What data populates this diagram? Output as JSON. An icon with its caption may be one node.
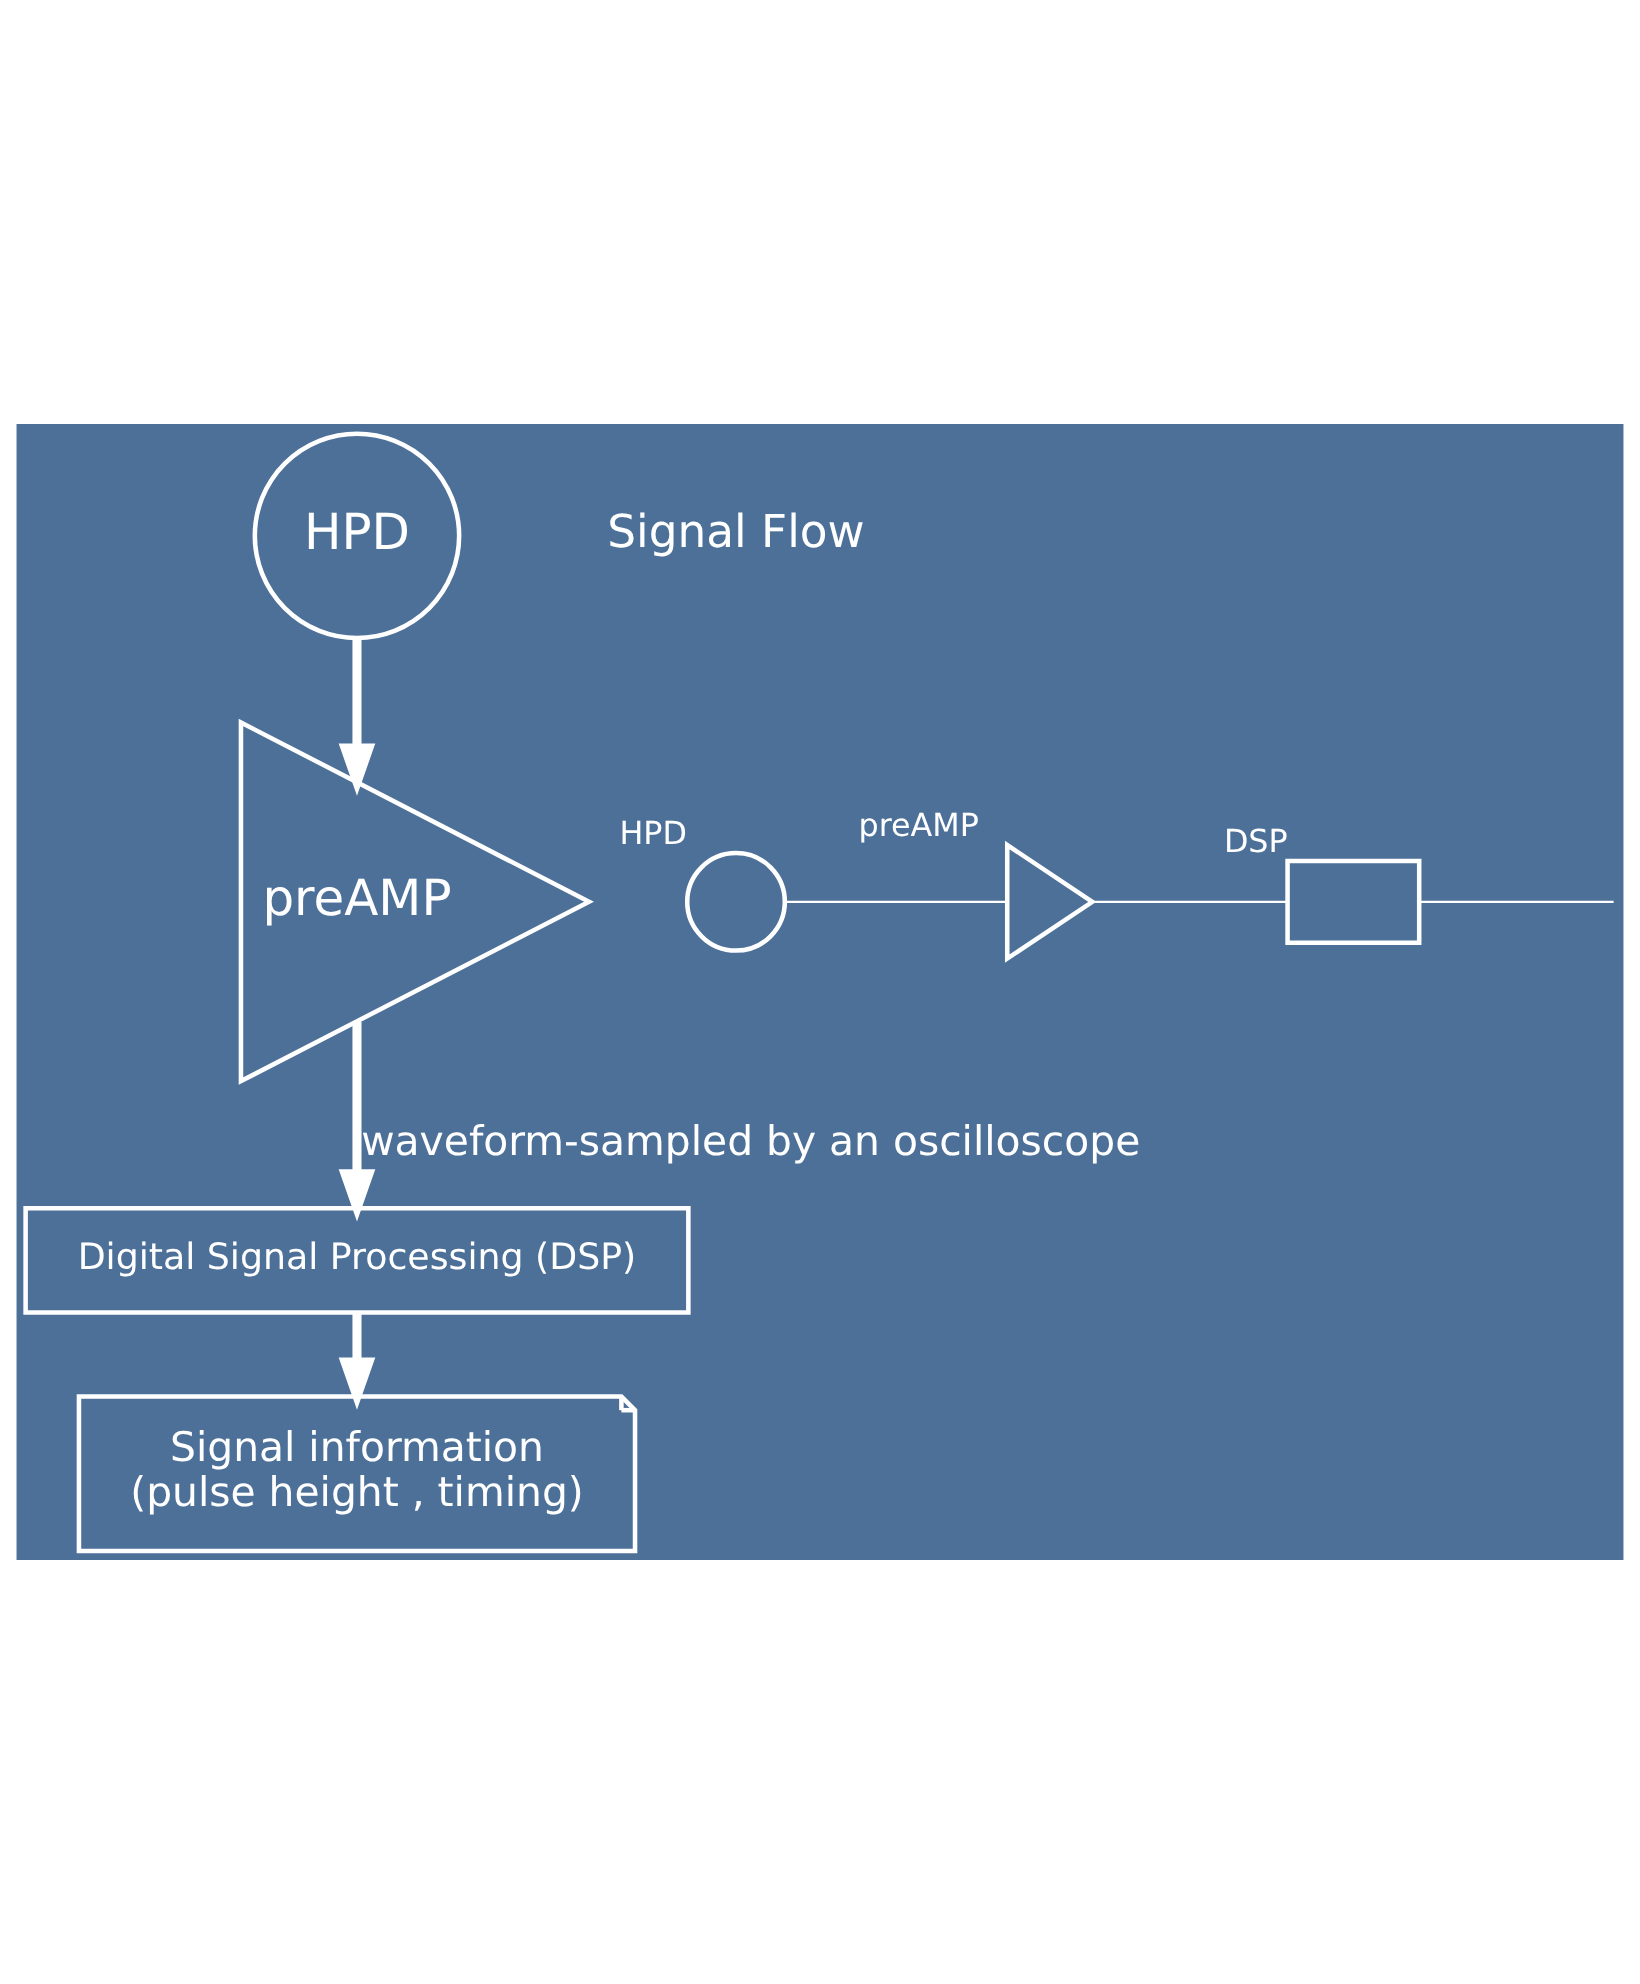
{
  "diagram": {
    "nodes": [
      {
        "text": [
          "HPD"
        ]
      },
      {
        "text": [
          "preAMP"
        ]
      },
      {
        "text": [
          "Digital Signal Processing (DSP)"
        ]
      },
      {
        "text": [
          "Signal information",
          "(pulse height , timing)"
        ]
      },
      {
        "text": [],
        "shape": "circle",
        "beside": [
          "HPD"
        ]
      },
      {
        "text": [],
        "shape": "triangle",
        "beside": [
          "preAMP"
        ]
      },
      {
        "text": [],
        "shape": "box",
        "beside": [
          "DSP"
        ]
      }
    ],
    "edges": [
      {
        "from": 0,
        "to": 1,
        "arrow": "to",
        "style": "thick"
      },
      {
        "from": 1,
        "to": 2,
        "arrow": "to",
        "style": "thick",
        "label": "waveform-sampled by an oscilloscope"
      },
      {
        "from": 2,
        "to": 3,
        "arrow": "to",
        "style": "thick"
      },
      {
        "from": 4,
        "to": 5,
        "arrow": "none"
      },
      {
        "from": 5,
        "to": 6,
        "arrow": "none"
      },
      {
        "from": 6,
        "to": null,
        "arrow": "none"
      }
    ],
    "labels": [
      "Signal Flow"
    ]
  }
}
